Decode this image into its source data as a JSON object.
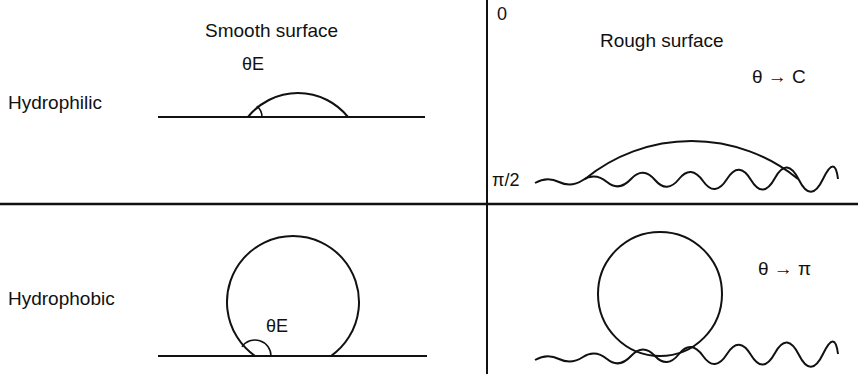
{
  "diagram": {
    "labels": [
      "Smooth surface",
      "0",
      "Rough surface",
      "Hydrophilic",
      "θE",
      "θ → C",
      "π/2",
      "Hydrophobic",
      "θE",
      "θ → π"
    ]
  }
}
